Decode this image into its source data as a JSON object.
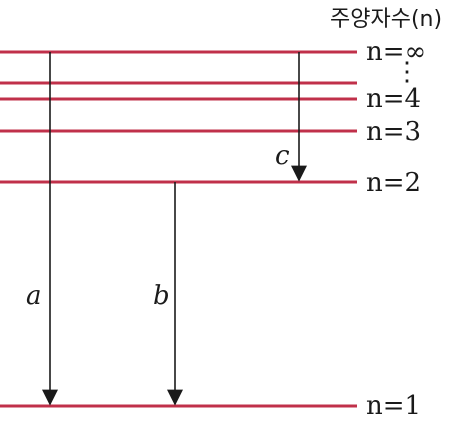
{
  "header": {
    "title": "주양자수(n)"
  },
  "levels": [
    {
      "label": "n=∞"
    },
    {
      "label": "n=4"
    },
    {
      "label": "n=3"
    },
    {
      "label": "n=2"
    },
    {
      "label": "n=1"
    }
  ],
  "ellipsis": "⋮",
  "transitions": [
    {
      "label": "a",
      "from": "n=∞",
      "to": "n=1"
    },
    {
      "label": "b",
      "from": "n=2",
      "to": "n=1"
    },
    {
      "label": "c",
      "from": "n=∞",
      "to": "n=2"
    }
  ],
  "colors": {
    "level_line": "#c0304a",
    "arrow": "#1a1a1a"
  }
}
